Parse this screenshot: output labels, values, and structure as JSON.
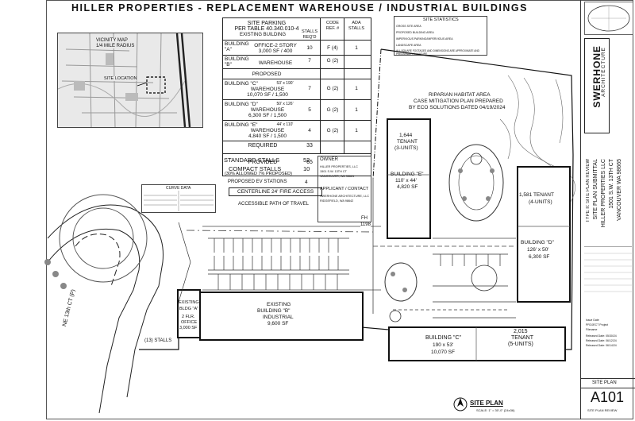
{
  "sheet": {
    "title": "HILLER PROPERTIES - REPLACEMENT WAREHOUSE / INDUSTRIAL BUILDINGS",
    "sheet_title": "SITE PLAN",
    "sheet_number": "A101",
    "sheet_number_label": "SITE PLAN REVIEW",
    "plan_title": "SITE PLAN",
    "scale": "SCALE: 1\" = 30'-0\"   (24x36)"
  },
  "vicinity_map": {
    "title": "VICINITY MAP",
    "subtitle": "1/4 MILE RADIUS",
    "site_label": "SITE LOCATION"
  },
  "parking_table": {
    "title_line1": "SITE PARKING",
    "title_line2": "PER TABLE 40.340.010-4",
    "headers": [
      "EXISTING BUILDING",
      "STALLS REQ'D",
      "CODE REF. #",
      "ADA STALLS"
    ],
    "rows": [
      {
        "name": "BUILDING \"A\"",
        "detail1": "OFFICE-2 STORY",
        "detail2": "3,000 SF / 400",
        "req": "10",
        "code": "F (4)",
        "ada": "1"
      },
      {
        "name": "BUILDING \"B\"",
        "detail1": "WAREHOUSE",
        "detail2": "",
        "req": "7",
        "code": "G (2)",
        "ada": ""
      }
    ],
    "proposed_label": "PROPOSED",
    "proposed_rows": [
      {
        "name": "BUILDING \"C\"",
        "size": "53' x 190'",
        "detail1": "WAREHOUSE",
        "detail2": "10,070 SF / 1,500",
        "req": "7",
        "code": "G (2)",
        "ada": "1"
      },
      {
        "name": "BUILDING \"D\"",
        "size": "50' x 126'",
        "detail1": "WAREHOUSE",
        "detail2": "6,300 SF / 1,500",
        "req": "5",
        "code": "G (2)",
        "ada": "1"
      },
      {
        "name": "BUILDING \"E\"",
        "size": "44' x 110'",
        "detail1": "WAREHOUSE",
        "detail2": "4,840 SF / 1,500",
        "req": "4",
        "code": "G (2)",
        "ada": "1"
      }
    ],
    "required_label": "REQUIRED",
    "required_value": "33",
    "provided_label": "PROVIDED",
    "provided_value": "65",
    "standard_label": "STANDARD STALLS",
    "standard_value": "52",
    "compact_label": "COMPACT STALLS",
    "compact_note": "(30% ALLOWED 7% PROPOSED)",
    "compact_value": "10",
    "ev_label": "PROPOSED EV STATIONS",
    "ev_value": "4"
  },
  "site_stats": {
    "title": "SITE STATISTICS",
    "rows": [
      "GROSS SITE AREA",
      "PROPOSED BUILDING AREA",
      "IMPERVIOUS PARKING/IMPERVIOUS AREA",
      "LANDSCAPE AREA"
    ],
    "note": "ALL SQUARE FOOTAGES AND DIMENSIONS ARE APPROXIMATE AND PRELIMINARY IN NATURE"
  },
  "owner": {
    "label": "OWNER",
    "lines": [
      "HILLER PROPERTIES, LLC",
      "1501 S.W. 13TH CT",
      "VANCOUVER, WA 98661"
    ]
  },
  "applicant": {
    "label": "APPLICANT / CONTACT",
    "lines": [
      "SWERHONE ARCHITECTURE, LLC",
      "RIDGEFIELD, WA 98642"
    ]
  },
  "curve_data": {
    "title": "CURVE DATA"
  },
  "legend": {
    "fire_access": "CENTERLINE 24' FIRE ACCESS",
    "accessible_path": "ACCESSIBLE PATH OF TRAVEL"
  },
  "riparian": {
    "line1": "RIPARIAN HABITAT AREA",
    "line2": "CASE MITIGATION PLAN PREPARED",
    "line3": "BY ECO SOLUTIONS DATED 04/19/2024"
  },
  "buildings": {
    "a": {
      "l1": "EXISTING",
      "l2": "BLDG \"A\"",
      "l3": "2 FLR.",
      "l4": "OFFICE",
      "l5": "3,000 SF"
    },
    "b": {
      "l1": "EXISTING",
      "l2": "BUILDING \"B\"",
      "l3": "INDUSTRIAL",
      "l4": "9,600 SF"
    },
    "c": {
      "l1": "BUILDING \"C\"",
      "l2": "190 x 53'",
      "l3": "10,070 SF",
      "tenant1": "2,015",
      "tenant2": "TENANT",
      "tenant3": "(5-UNITS)"
    },
    "d": {
      "l1": "BUILDING \"D\"",
      "l2": "126' x 50'",
      "l3": "6,300 SF",
      "tenant1": "1,581 TENANT",
      "tenant2": "(4-UNITS)"
    },
    "e": {
      "l1": "BUILDING \"E\"",
      "l2": "110' x 44'",
      "l3": "4,820 SF",
      "tenant1": "1,644",
      "tenant2": "TENANT",
      "tenant3": "(3-UNITS)"
    }
  },
  "plan_labels": {
    "street": "NE 13th CT (P)",
    "stalls": "(13) STALLS",
    "fh": "FH",
    "fh_num": "1198"
  },
  "title_block": {
    "firm": "SWERHONE",
    "firm2": "ARCHITECTURE",
    "project_lines": [
      "TYPE II: SITE PLAN REVIEW",
      "SITE PLAN SUBMITTAL",
      "HILLER PROPERTIES LLC",
      "1501 S.W. 13TH CT",
      "VANCOUVER WA 98665"
    ],
    "issue_rows": [
      "Issue Date",
      "PROJECT Project",
      "Filename",
      "Released Date: 05/30/24",
      "Released Date: 06/12/24",
      "Released Date: 06/14/24"
    ]
  }
}
